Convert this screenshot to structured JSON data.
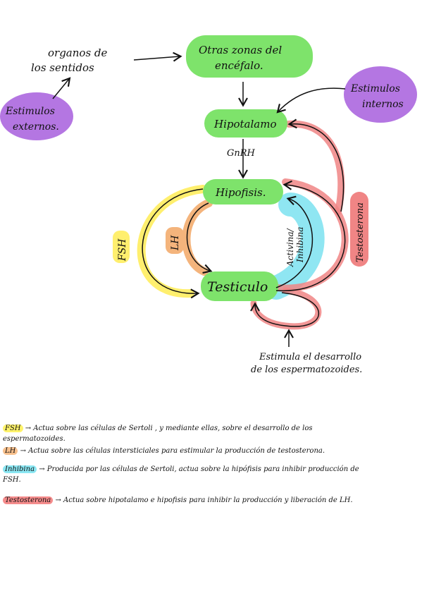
{
  "nodes": {
    "organos": [
      "organos de",
      "los sentidos"
    ],
    "otras_zonas": [
      "Otras zonas del",
      "encéfalo."
    ],
    "estimulos_externos": [
      "Estimulos",
      "externos."
    ],
    "estimulos_internos": [
      "Estimulos",
      "internos"
    ],
    "hipotalamo": "Hipotalamo",
    "hipofisis": "Hipofisis.",
    "testiculo": "Testiculo",
    "estimula": [
      "Estimula el desarrollo",
      "de los espermatozoides."
    ]
  },
  "edges": {
    "gnrh": "GnRH",
    "fsh": "FSH",
    "lh": "LH",
    "inhibina": [
      "Activina/",
      "Inhibina"
    ],
    "testosterona": "Testosterona"
  },
  "notes": [
    {
      "term": "FSH",
      "text": "→ Actua sobre las células de Sertoli , y mediante ellas, sobre el desarrollo de los",
      "cont": "espermatozoides."
    },
    {
      "term": "LH",
      "text": "→ Actua sobre las células intersticiales para estimular la producción de testosterona.",
      "cont": ""
    },
    {
      "term": "Inhibina",
      "text": "→ Producida por las células de Sertoli, actua sobre la hipófisis para inhibir producción de",
      "cont": "FSH."
    },
    {
      "term": "Testosterona",
      "text": "→ Actua sobre hipotalamo e hipofisis para inhibir la producción y liberación de LH.",
      "cont": ""
    }
  ],
  "colors": {
    "green": "#7ee36b",
    "purple": "#b476e2",
    "yellow": "#ffef6e",
    "orange": "#f4b47c",
    "cyan": "#8fe6f2",
    "red": "#f08585"
  }
}
